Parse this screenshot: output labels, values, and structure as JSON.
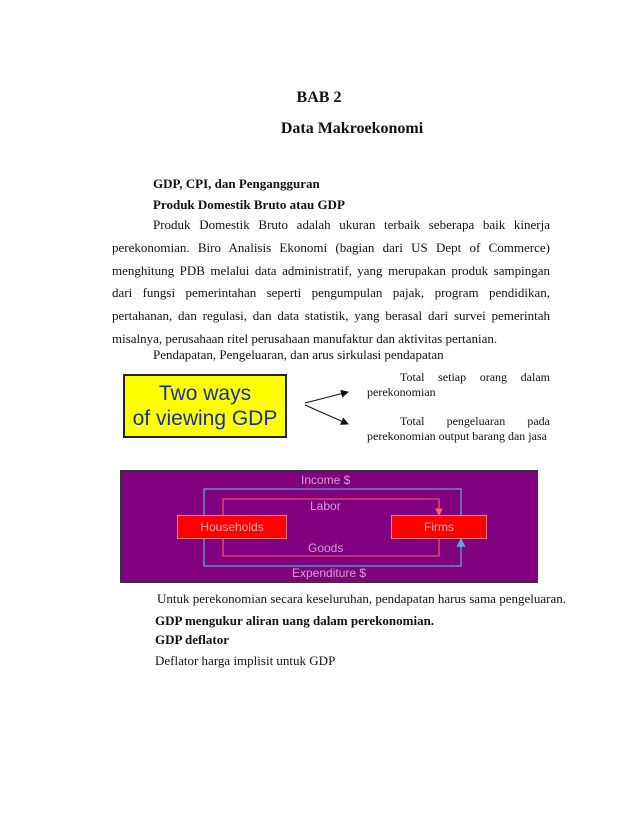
{
  "chapter": "BAB 2",
  "title": "Data Makroekonomi",
  "heading1": "GDP, CPI, dan Pengangguran",
  "heading2": "Produk Domestik Bruto atau GDP",
  "para1": "Produk Domestik Bruto adalah ukuran terbaik seberapa baik kinerja perekonomian. Biro Analisis Ekonomi (bagian dari US Dept of Commerce) menghitung PDB melalui data administratif, yang merupakan produk sampingan dari fungsi pemerintahan seperti pengumpulan pajak, program pendidikan, pertahanan, dan regulasi, dan data statistik, yang berasal dari survei pemerintah misalnya, perusahaan ritel perusahaan manufaktur dan aktivitas pertanian.",
  "para2": "Pendapatan, Pengeluaran, dan arus sirkulasi pendapatan",
  "figure1": {
    "box_line1": "Two ways",
    "box_line2": "of viewing GDP",
    "item1": "Total setiap orang dalam perekonomian",
    "item2": "Total pengeluaran pada perekonomian output barang dan jasa",
    "colors": {
      "box": "#ffff00",
      "box_text": "#1a2fa0"
    }
  },
  "figure2": {
    "income": "Income $",
    "labor": "Labor",
    "households": "Households",
    "firms": "Firms",
    "goods": "Goods",
    "expenditure": "Expenditure $",
    "colors": {
      "background": "#800080",
      "agents": "#ff0000",
      "money_flow": "#5aa7d6",
      "real_flow": "#ff6464"
    }
  },
  "para3": "Untuk perekonomian secara keseluruhan, pendapatan harus sama pengeluaran.",
  "para4": "GDP mengukur aliran uang dalam perekonomian.",
  "heading3": "GDP deflator",
  "para5": "Deflator harga implisit untuk GDP"
}
